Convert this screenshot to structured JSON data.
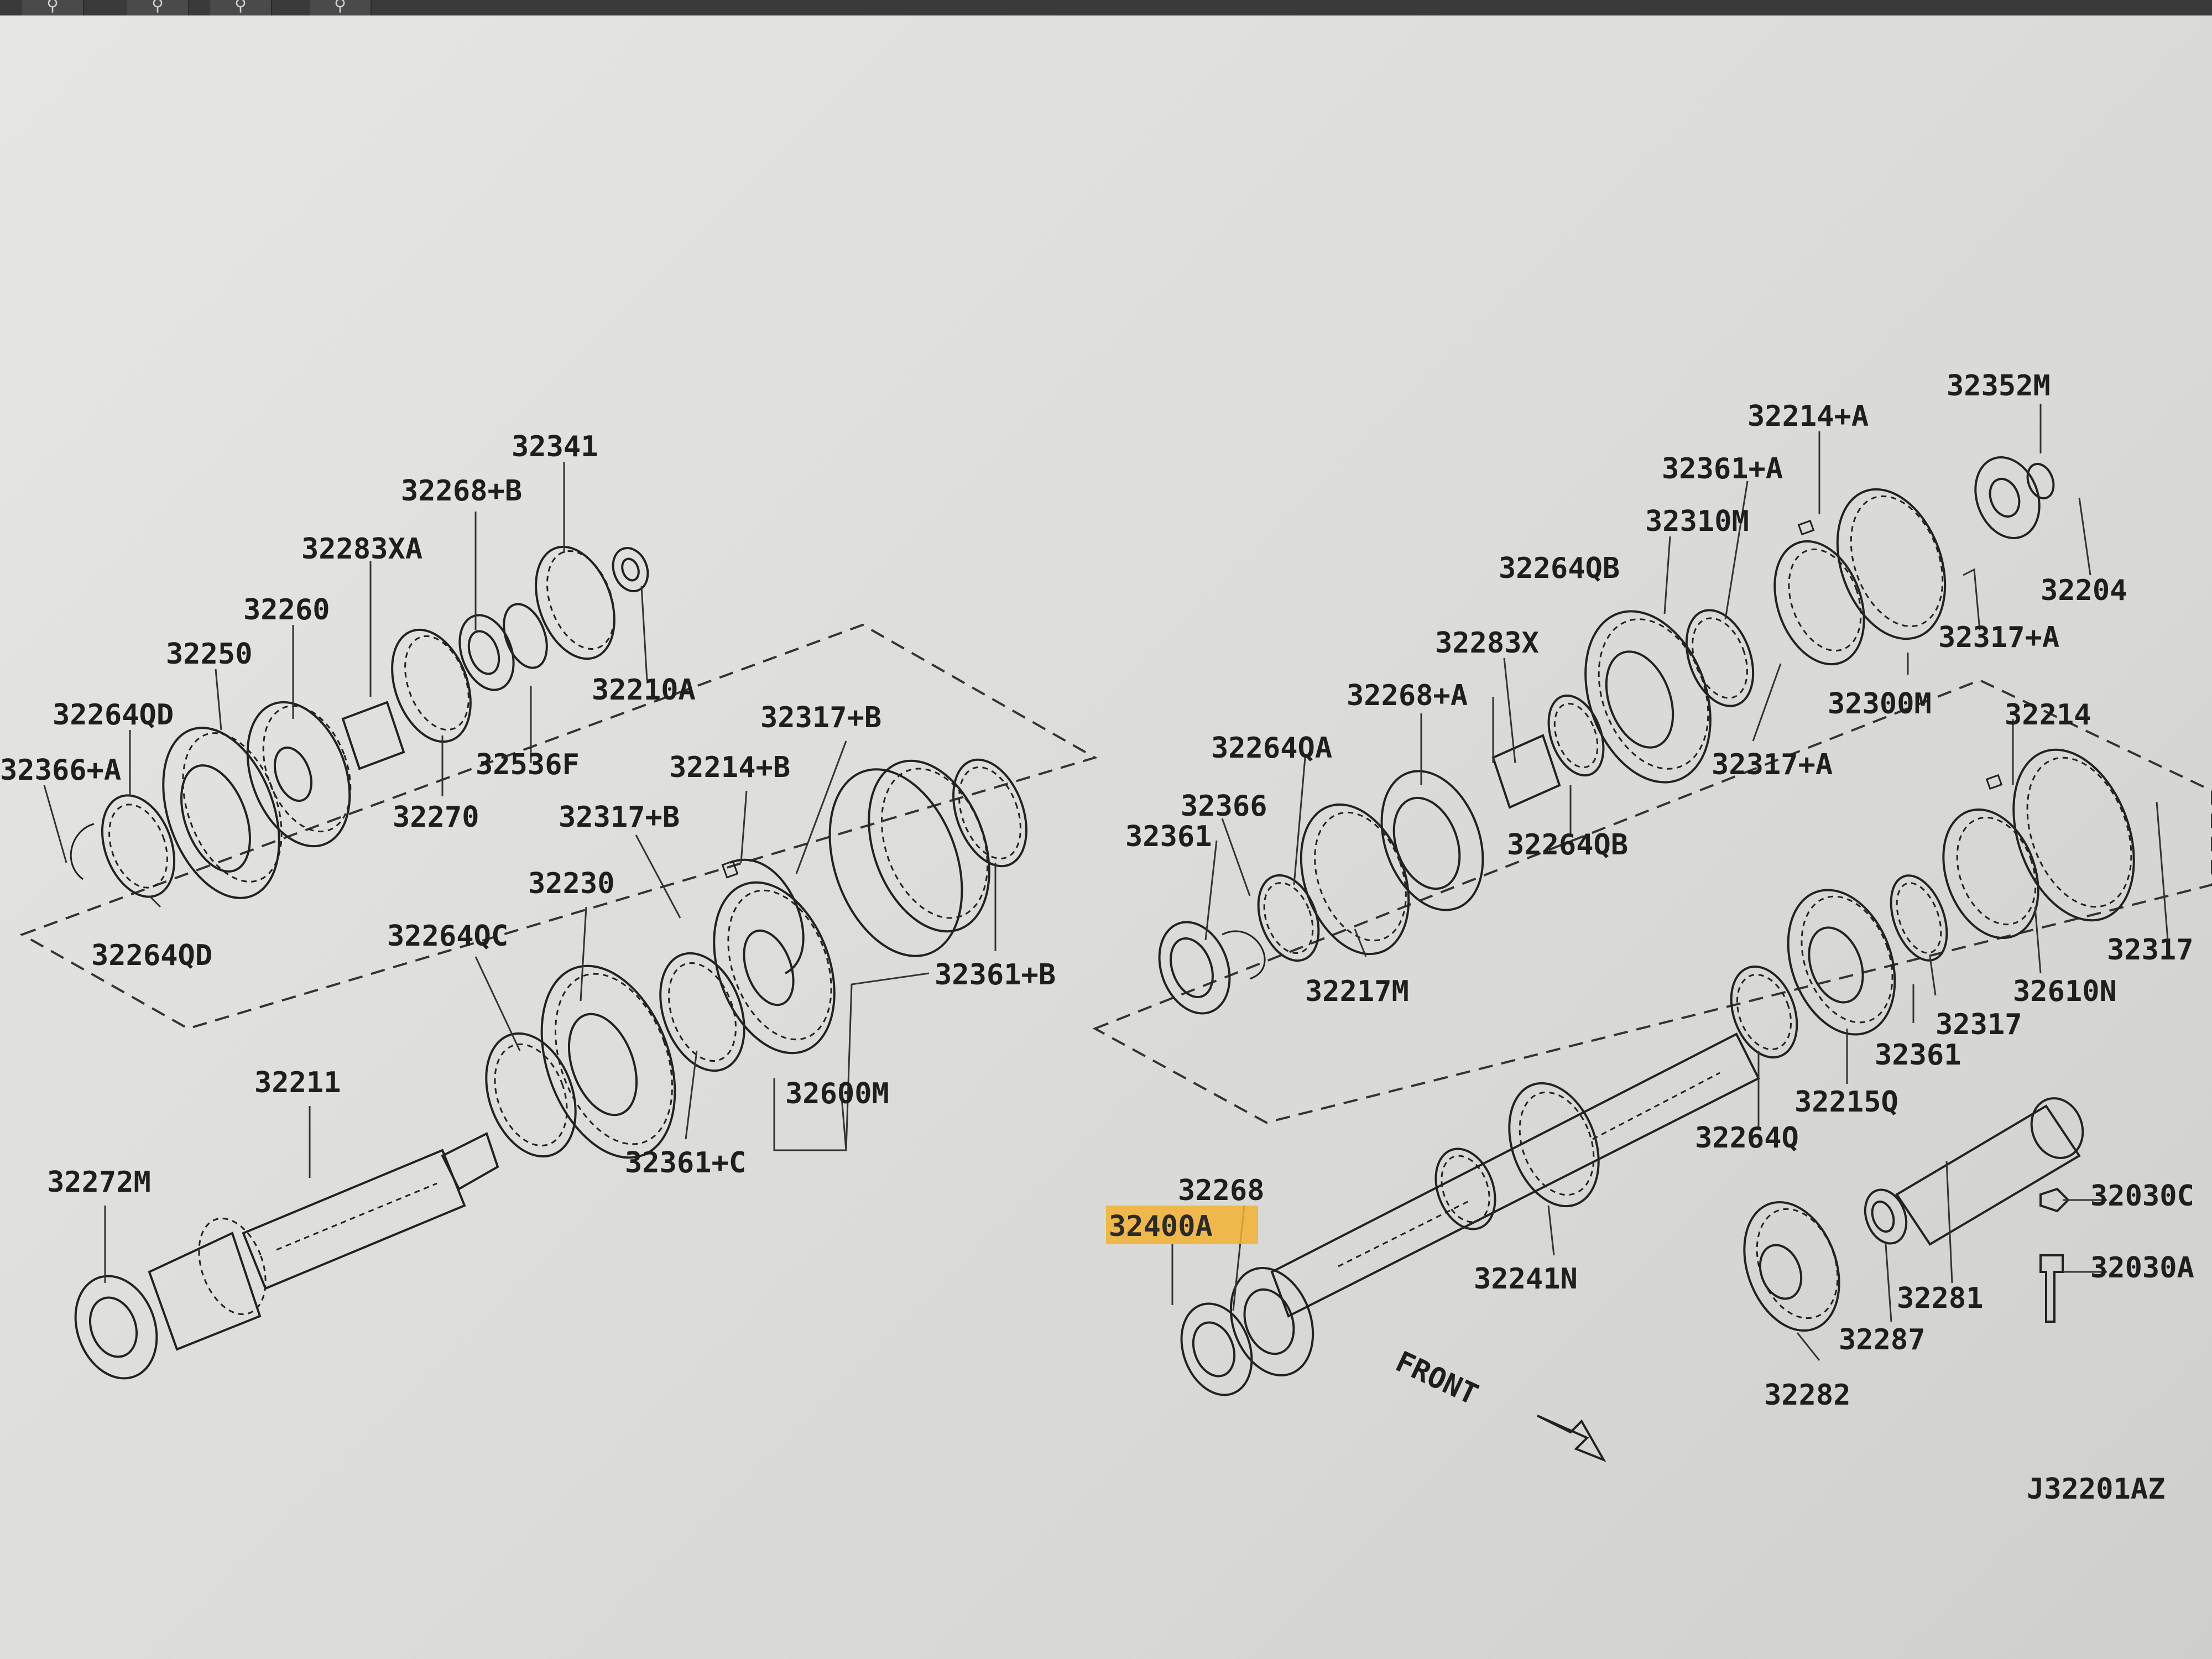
{
  "highlight_color": "#f2b233",
  "toolbar": {
    "icons": [
      "zoom-out-icon",
      "zoom-in-icon",
      "zoom-fit-icon",
      "zoom-reset-icon"
    ]
  },
  "front_label": "FRONT",
  "diagram_code": "J32201AZ",
  "highlighted_part": "32400A",
  "parts": {
    "p32341": "32341",
    "p32268B": "32268+B",
    "p32283XA": "32283XA",
    "p32260": "32260",
    "p32250": "32250",
    "p32264QD_top": "32264QD",
    "p32366A": "32366+A",
    "p32264QD_bot": "32264QD",
    "p32210A": "32210A",
    "p32536F": "32536F",
    "p32270": "32270",
    "p32317B_top": "32317+B",
    "p32214B": "32214+B",
    "p32317B": "32317+B",
    "p32230": "32230",
    "p32264QC": "32264QC",
    "p32361B": "32361+B",
    "p32600M": "32600M",
    "p32361C": "32361+C",
    "p32211": "32211",
    "p32272M": "32272M",
    "p32352M": "32352M",
    "p32214A": "32214+A",
    "p32361A": "32361+A",
    "p32310M": "32310M",
    "p32264QB_top": "32264QB",
    "p32204": "32204",
    "p32317A_top": "32317+A",
    "p32283X": "32283X",
    "p32300M": "32300M",
    "p32268A": "32268+A",
    "p32317A": "32317+A",
    "p32264QA": "32264QA",
    "p32214": "32214",
    "p32366": "32366",
    "p32264QB_bot": "32264QB",
    "p32361": "32361",
    "p32217M": "32217M",
    "p32317_right": "32317",
    "p32610N": "32610N",
    "p32317": "32317",
    "p32361_bot": "32361",
    "p32215Q": "32215Q",
    "p32264Q": "32264Q",
    "p32268": "32268",
    "p32030C": "32030C",
    "p32241N": "32241N",
    "p32030A": "32030A",
    "p32281": "32281",
    "p32287": "32287",
    "p32282": "32282"
  }
}
